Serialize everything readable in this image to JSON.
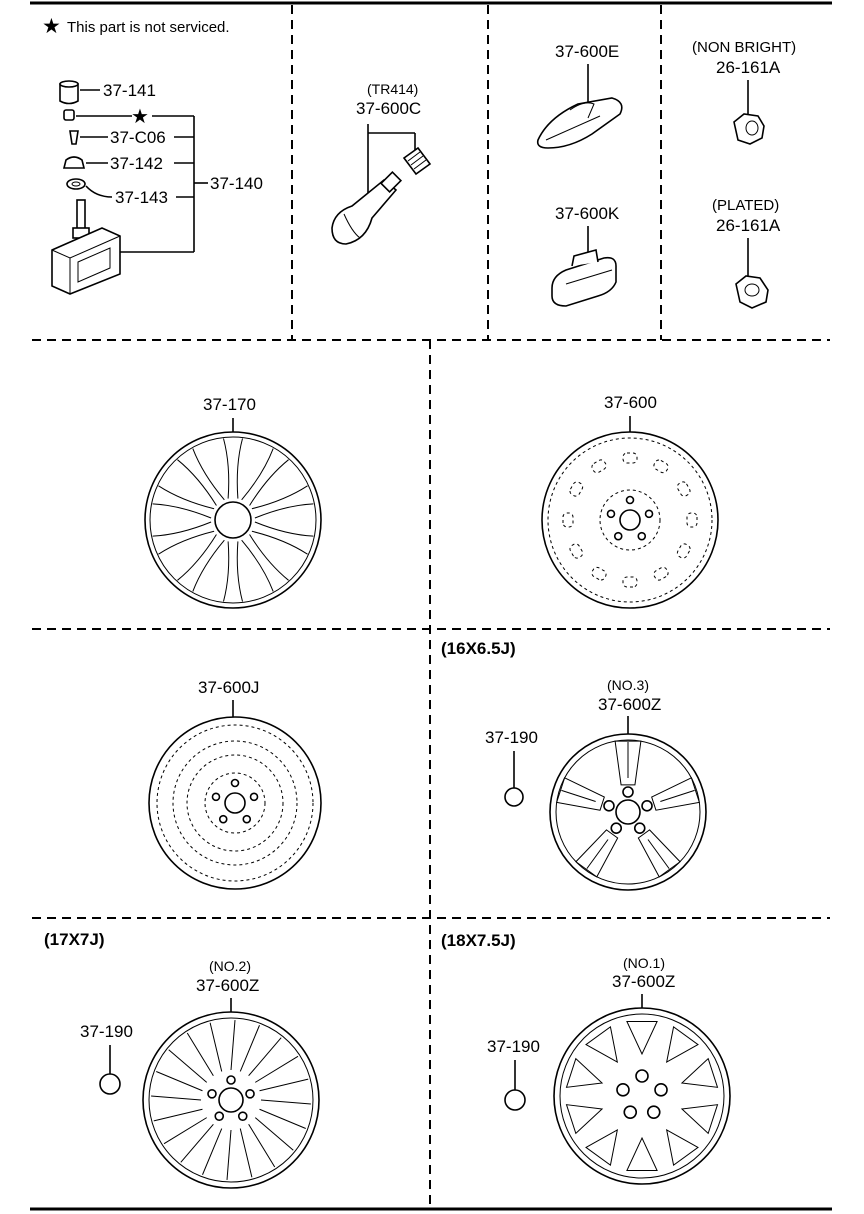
{
  "note": {
    "star": "★",
    "text": "This part is not serviced."
  },
  "tpms": {
    "p141": "37-141",
    "p_star": "★",
    "pc06": "37-C06",
    "p142": "37-142",
    "p143": "37-143",
    "p140": "37-140"
  },
  "valve": {
    "sub": "(TR414)",
    "part": "37-600C"
  },
  "weights": {
    "e": "37-600E",
    "k": "37-600K"
  },
  "nuts": {
    "nonbright_label": "(NON BRIGHT)",
    "nonbright_part": "26-161A",
    "plated_label": "(PLATED)",
    "plated_part": "26-161A"
  },
  "wheel_cover": {
    "part": "37-170"
  },
  "steel_wheel": {
    "part": "37-600"
  },
  "spare_wheel": {
    "part": "37-600J"
  },
  "wheel_16": {
    "size": "(16X6.5J)",
    "no": "(NO.3)",
    "part": "37-600Z",
    "cap": "37-190"
  },
  "wheel_17": {
    "size": "(17X7J)",
    "no": "(NO.2)",
    "part": "37-600Z",
    "cap": "37-190"
  },
  "wheel_18": {
    "size": "(18X7.5J)",
    "no": "(NO.1)",
    "part": "37-600Z",
    "cap": "37-190"
  }
}
